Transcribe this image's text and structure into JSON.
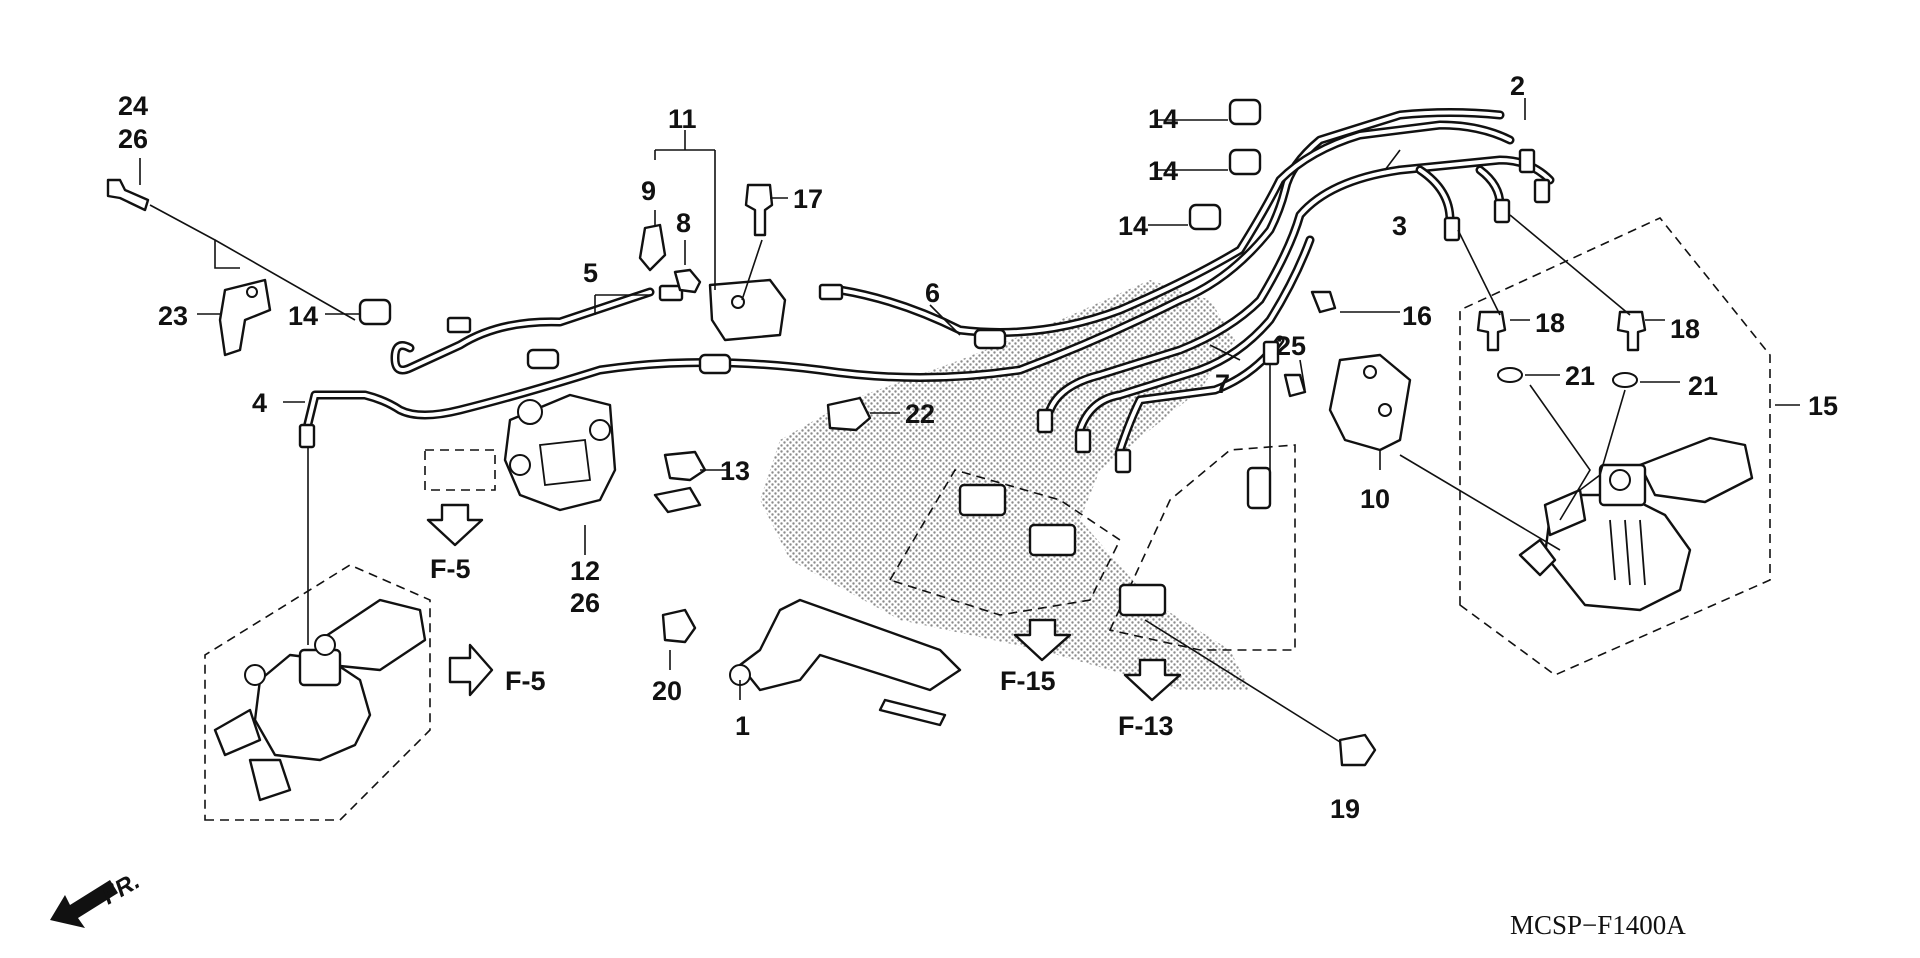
{
  "diagram": {
    "callouts": [
      {
        "id": "c1",
        "text": "1"
      },
      {
        "id": "c2",
        "text": "2"
      },
      {
        "id": "c3",
        "text": "3"
      },
      {
        "id": "c4",
        "text": "4"
      },
      {
        "id": "c5",
        "text": "5"
      },
      {
        "id": "c6",
        "text": "6"
      },
      {
        "id": "c7",
        "text": "7"
      },
      {
        "id": "c8",
        "text": "8"
      },
      {
        "id": "c9",
        "text": "9"
      },
      {
        "id": "c10",
        "text": "10"
      },
      {
        "id": "c11",
        "text": "11"
      },
      {
        "id": "c12",
        "text": "12"
      },
      {
        "id": "c12b",
        "text": "26"
      },
      {
        "id": "c13",
        "text": "13"
      },
      {
        "id": "c14a",
        "text": "14"
      },
      {
        "id": "c14b",
        "text": "14"
      },
      {
        "id": "c14c",
        "text": "14"
      },
      {
        "id": "c14d",
        "text": "14"
      },
      {
        "id": "c15",
        "text": "15"
      },
      {
        "id": "c16",
        "text": "16"
      },
      {
        "id": "c17",
        "text": "17"
      },
      {
        "id": "c18a",
        "text": "18"
      },
      {
        "id": "c18b",
        "text": "18"
      },
      {
        "id": "c19",
        "text": "19"
      },
      {
        "id": "c20",
        "text": "20"
      },
      {
        "id": "c21a",
        "text": "21"
      },
      {
        "id": "c21b",
        "text": "21"
      },
      {
        "id": "c22",
        "text": "22"
      },
      {
        "id": "c23",
        "text": "23"
      },
      {
        "id": "c24",
        "text": "24"
      },
      {
        "id": "c24b",
        "text": "26"
      },
      {
        "id": "c25",
        "text": "25"
      }
    ],
    "section_refs": [
      {
        "id": "ref-f5-upper",
        "text": "F-5"
      },
      {
        "id": "ref-f5-lower",
        "text": "F-5"
      },
      {
        "id": "ref-f15",
        "text": "F-15"
      },
      {
        "id": "ref-f13",
        "text": "F-13"
      }
    ],
    "direction_label": "FR.",
    "diagram_code": "MCSP−F1400A",
    "colors": {
      "ink": "#111111",
      "paper": "#ffffff",
      "stipple": "#9a9a9a"
    }
  }
}
